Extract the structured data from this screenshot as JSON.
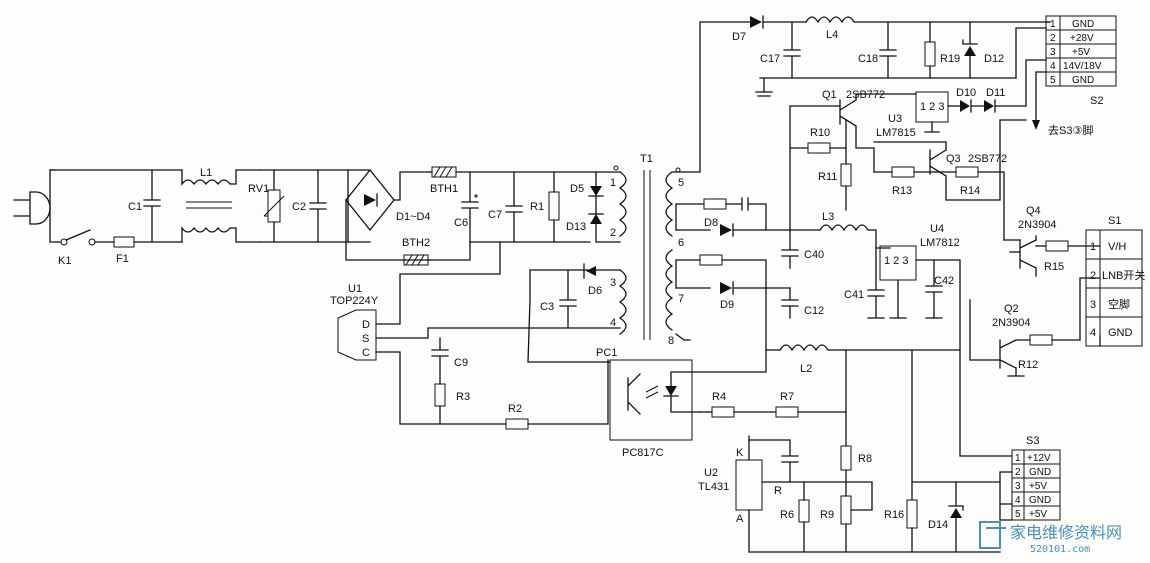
{
  "labels": {
    "k1": "K1",
    "f1": "F1",
    "c1": "C1",
    "l1": "L1",
    "rv1": "RV1",
    "c2": "C2",
    "bridge": "D1~D4",
    "bth1": "BTH1",
    "bth2": "BTH2",
    "c6": "C6",
    "c7": "C7",
    "r1": "R1",
    "d5": "D5",
    "d13": "D13",
    "d6": "D6",
    "c3": "C3",
    "t1": "T1",
    "u1": "U1",
    "u1_part": "TOP224Y",
    "u1_d": "D",
    "u1_s": "S",
    "u1_c": "C",
    "c9": "C9",
    "r3": "R3",
    "r2": "R2",
    "d7": "D7",
    "c17": "C17",
    "l4": "L4",
    "c18": "C18",
    "r19": "R19",
    "d12": "D12",
    "q1": "Q1",
    "q1_part": "2SB772",
    "u3": "U3",
    "u3_part": "LM7815",
    "d10": "D10",
    "d11": "D11",
    "r10": "R10",
    "r11": "R11",
    "q3": "Q3",
    "q3_part": "2SB772",
    "r13": "R13",
    "r14": "R14",
    "d8": "D8",
    "l3": "L3",
    "c40": "C40",
    "u4": "U4",
    "u4_part": "LM7812",
    "c41": "C41",
    "c42": "C42",
    "d9": "D9",
    "c12": "C12",
    "q4": "Q4",
    "q4_part": "2N3904",
    "r15": "R15",
    "q2": "Q2",
    "q2_part": "2N3904",
    "r12": "R12",
    "pc1": "PC1",
    "pc1_part": "PC817C",
    "r4": "R4",
    "r7": "R7",
    "l2": "L2",
    "u2": "U2",
    "u2_part": "TL431",
    "u2_k": "K",
    "u2_r": "R",
    "u2_a": "A",
    "r8": "R8",
    "r6": "R6",
    "r9": "R9",
    "r16": "R16",
    "d14": "D14",
    "reg_pins": "1 2 3",
    "goto_s3": "去S3③脚",
    "w1": "1",
    "w2": "2",
    "w3": "3",
    "w4": "4",
    "w5": "5",
    "w6": "6",
    "w7": "7",
    "w8": "8"
  },
  "connectors": {
    "s2": {
      "name": "S2",
      "pins": [
        {
          "num": "1",
          "label": "GND"
        },
        {
          "num": "2",
          "label": "+28V"
        },
        {
          "num": "3",
          "label": "+5V"
        },
        {
          "num": "4",
          "label": "14V/18V"
        },
        {
          "num": "5",
          "label": "GND"
        }
      ]
    },
    "s1": {
      "name": "S1",
      "pins": [
        {
          "num": "1",
          "label": "V/H"
        },
        {
          "num": "2",
          "label": "LNB开关"
        },
        {
          "num": "3",
          "label": "空脚"
        },
        {
          "num": "4",
          "label": "GND"
        }
      ]
    },
    "s3": {
      "name": "S3",
      "pins": [
        {
          "num": "1",
          "label": "+12V"
        },
        {
          "num": "2",
          "label": "GND"
        },
        {
          "num": "3",
          "label": "+5V"
        },
        {
          "num": "4",
          "label": "GND"
        },
        {
          "num": "5",
          "label": "+5V"
        }
      ]
    }
  },
  "watermark": {
    "text": "家电维修资料网",
    "url": "520101.com"
  }
}
